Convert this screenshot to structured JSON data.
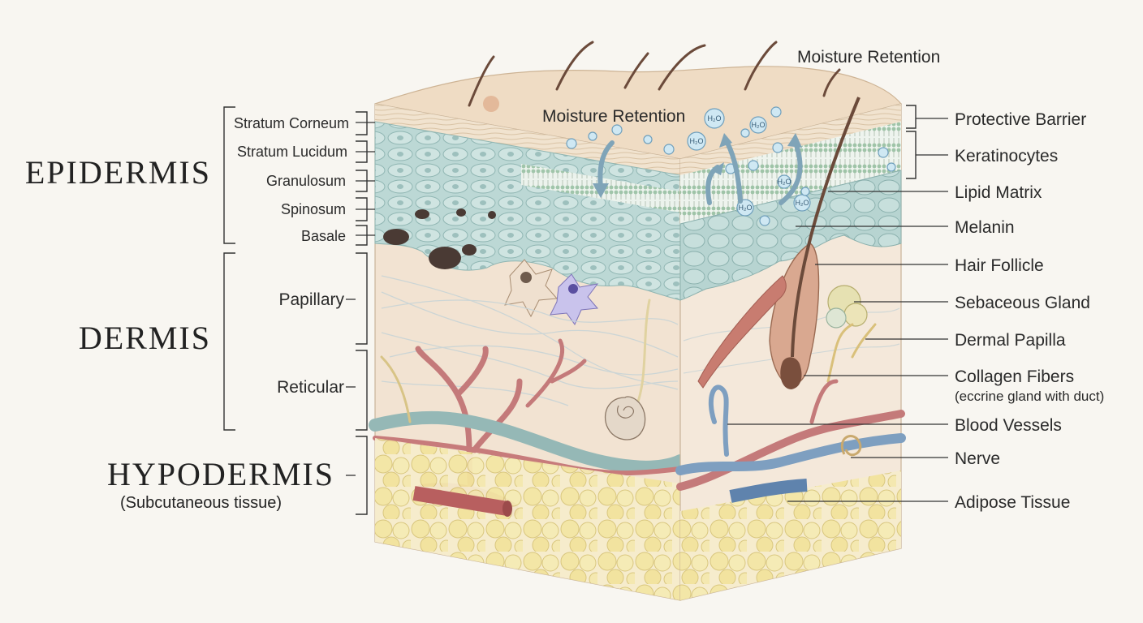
{
  "layers": {
    "epidermis": "EPIDERMIS",
    "dermis": "DERMIS",
    "hypodermis": "HYPODERMIS",
    "hypodermis_sub": "(Subcutaneous tissue)"
  },
  "sublayers": {
    "stratum_corneum": "Stratum Corneum",
    "stratum_lucidum": "Stratum Lucidum",
    "granulosum": "Granulosum",
    "spinosum": "Spinosum",
    "basale": "Basale",
    "papillary": "Papillary",
    "reticular": "Reticular"
  },
  "moisture": {
    "top": "Moisture Retention",
    "middle": "Moisture Retention",
    "molecule": "H₂O"
  },
  "right_labels": {
    "protective_barrier": "Protective Barrier",
    "keratinocytes": "Keratinocytes",
    "lipid_matrix": "Lipid Matrix",
    "melanin": "Melanin",
    "hair_follicle": "Hair Follicle",
    "sebaceous_gland": "Sebaceous Gland",
    "dermal_papilla": "Dermal Papilla",
    "collagen_fibers": "Collagen Fibers",
    "collagen_note": "(eccrine gland with duct)",
    "blood_vessels": "Blood Vessels",
    "nerve": "Nerve",
    "adipose_tissue": "Adipose Tissue"
  },
  "colors": {
    "background": "#f8f6f1",
    "surface": "#efdcc4",
    "epidermis": "#bcd8d5",
    "dermis": "#f2e3d2",
    "fat": "#f2e6a8",
    "artery": "#c86e6e",
    "vein": "#7e9fc0",
    "nerve": "#d9c07a",
    "hair": "#6b4a3a"
  }
}
